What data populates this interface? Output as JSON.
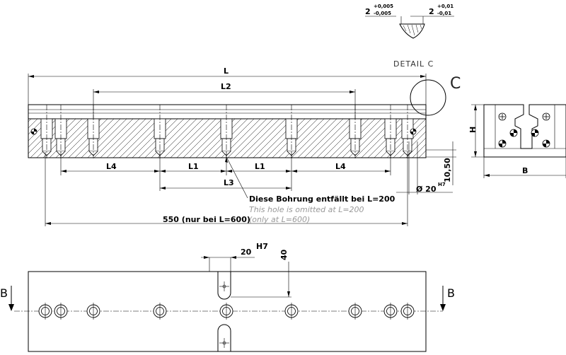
{
  "tolerance": {
    "left_nominal": "2",
    "left_upper": "+0,005",
    "left_lower": "-0,005",
    "right_nominal": "2",
    "right_upper": "+0,01",
    "right_lower": "-0,01"
  },
  "detail_label": "DETAIL  C",
  "detail_marker": "C",
  "dims": {
    "L": "L",
    "L2": "L2",
    "L4_left": "L4",
    "L1_left": "L1",
    "L1_right": "L1",
    "L4_right": "L4",
    "L3": "L3",
    "bore": "Ø 20",
    "bore_fit": "H7",
    "height_offset": "10,50",
    "H": "H",
    "B": "B",
    "length_550": "550 (nur bei L=600)",
    "length_550_en": "(only at L=600)",
    "slot_width": "20",
    "slot_fit": "H7",
    "slot_depth": "40"
  },
  "notes": {
    "hole_de": "Diese Bohrung entfällt bei L=200",
    "hole_en": "This hole is omitted at L=200"
  },
  "section_labels": {
    "left": "B",
    "right": "B"
  }
}
